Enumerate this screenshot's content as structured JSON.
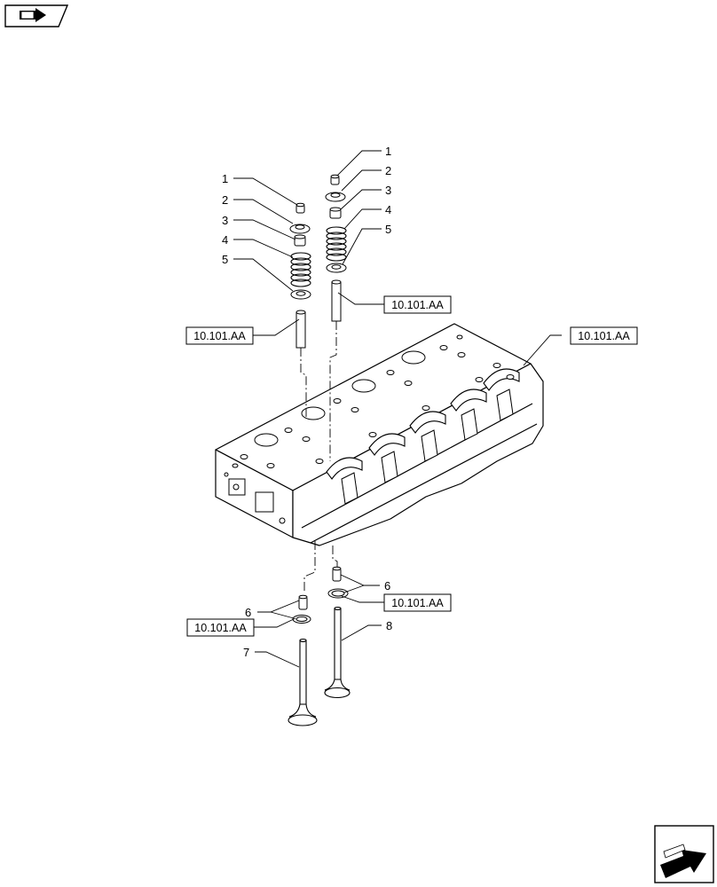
{
  "callouts": {
    "left_1": "1",
    "left_2": "2",
    "left_3": "3",
    "left_4": "4",
    "left_5": "5",
    "right_1": "1",
    "right_2": "2",
    "right_3": "3",
    "right_4": "4",
    "right_5": "5",
    "right_6": "6",
    "left_6": "6",
    "item_7": "7",
    "item_8": "8"
  },
  "references": {
    "upper_right": "10.101.AA",
    "upper_left": "10.101.AA",
    "head": "10.101.AA",
    "lower_right": "10.101.AA",
    "lower_left": "10.101.AA"
  },
  "icons": {
    "top_left": "book-arrow-icon",
    "bottom_right": "next-page-arrow-icon"
  }
}
